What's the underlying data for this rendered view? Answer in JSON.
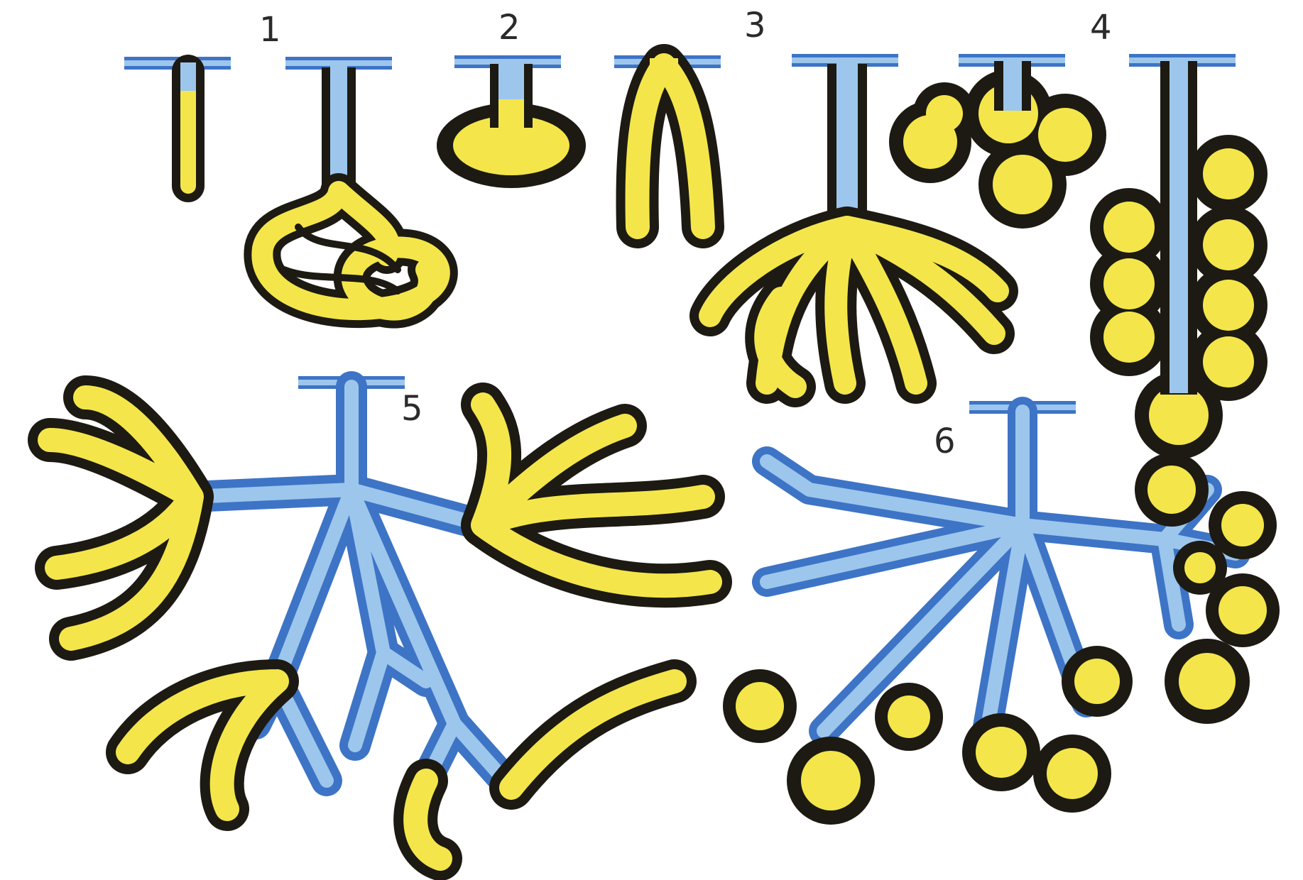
{
  "figure": {
    "labels": [
      "1",
      "2",
      "3",
      "4",
      "5",
      "6"
    ]
  },
  "colors": {
    "background": "#ffffff",
    "duct_blue": "#3d74c6",
    "duct_light": "#9dc6ec",
    "secretory_yellow": "#f4e64a",
    "outline_black": "#1c1a12"
  }
}
